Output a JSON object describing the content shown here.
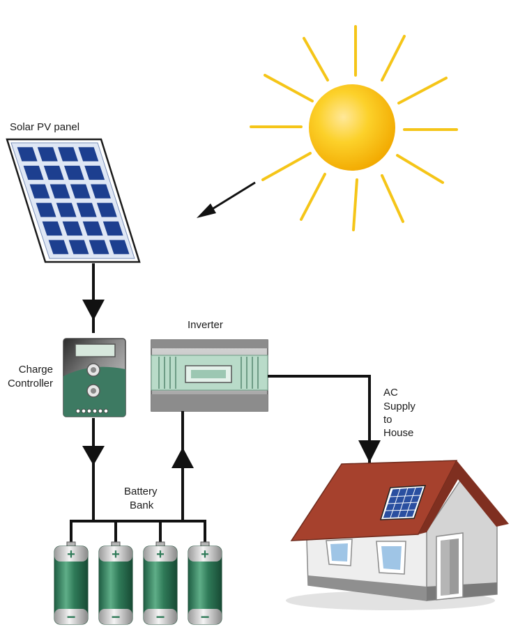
{
  "labels": {
    "solar_panel": "Solar PV panel",
    "charge_controller": [
      "Charge",
      "Controller"
    ],
    "inverter": "Inverter",
    "ac_supply": [
      "AC",
      "Supply",
      "to",
      "House"
    ],
    "battery_bank": [
      "Battery",
      "Bank"
    ]
  },
  "battery_symbols": {
    "positive": "+",
    "negative": "−"
  },
  "colors": {
    "sun": "#f7c21a",
    "sun_rays": "#f5c518",
    "panel_cells": "#1d3f8f",
    "controller": "#3d7a62",
    "inverter": "#b9dbc9",
    "battery": "#2f7a58",
    "roof": "#a6412d",
    "wire": "#111111"
  },
  "icons": [
    "sun-icon",
    "solar-panel-icon",
    "charge-controller-icon",
    "inverter-icon",
    "battery-icon",
    "house-icon",
    "arrow-icon"
  ]
}
